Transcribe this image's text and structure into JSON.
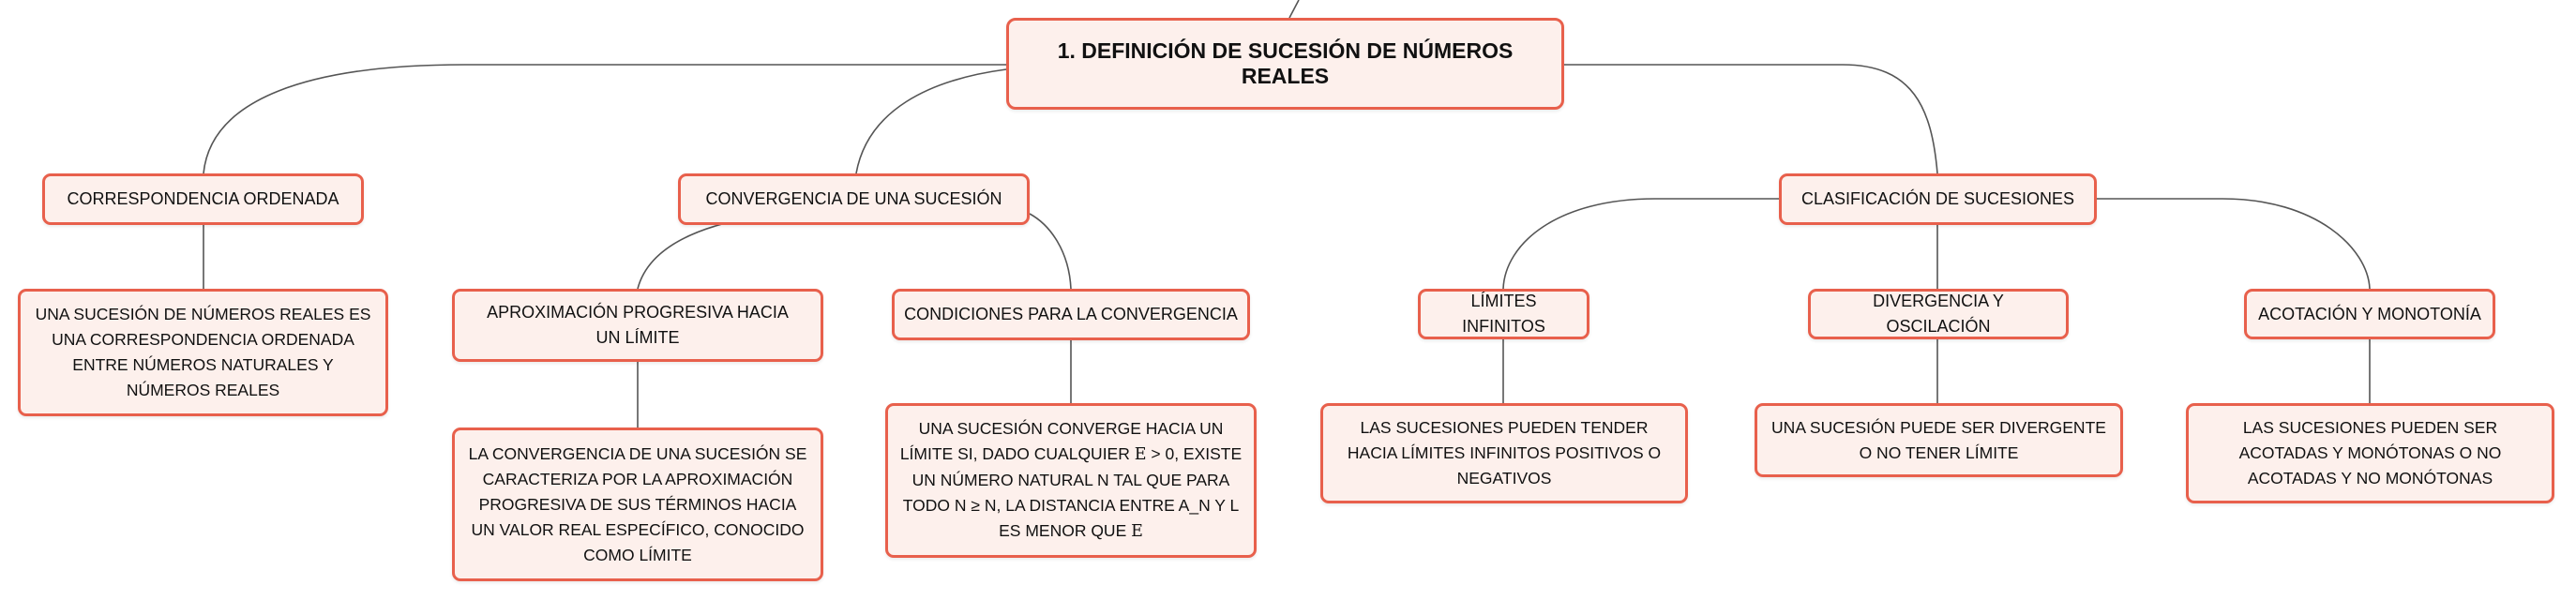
{
  "root": {
    "label": "1. DEFINICIÓN DE SUCESIÓN DE NÚMEROS REALES"
  },
  "branches": {
    "correspondencia": {
      "label": "CORRESPONDENCIA ORDENADA",
      "detail": "UNA SUCESIÓN DE NÚMEROS REALES ES UNA CORRESPONDENCIA ORDENADA ENTRE NÚMEROS NATURALES Y NÚMEROS REALES"
    },
    "convergencia": {
      "label": "CONVERGENCIA DE UNA SUCESIÓN",
      "aproximacion": {
        "label": "APROXIMACIÓN PROGRESIVA HACIA UN LÍMITE",
        "detail": "LA CONVERGENCIA DE UNA SUCESIÓN SE CARACTERIZA POR LA APROXIMACIÓN PROGRESIVA DE SUS TÉRMINOS HACIA UN VALOR REAL ESPECÍFICO, CONOCIDO COMO LÍMITE"
      },
      "condiciones": {
        "label": "CONDICIONES PARA LA CONVERGENCIA",
        "detail_1": "UNA SUCESIÓN CONVERGE HACIA UN LÍMITE SI, DADO CUALQUIER ",
        "epsilon": "ε",
        "detail_2": " > 0, EXISTE UN NÚMERO NATURAL N TAL QUE PARA TODO N ≥ N, LA DISTANCIA ENTRE A_N Y L ES MENOR QUE ",
        "epsilon_end": "ε"
      }
    },
    "clasificacion": {
      "label": "CLASIFICACIÓN DE SUCESIONES",
      "limites": {
        "label": "LÍMITES INFINITOS",
        "detail": "LAS SUCESIONES PUEDEN TENDER HACIA LÍMITES INFINITOS POSITIVOS O NEGATIVOS"
      },
      "divergencia": {
        "label": "DIVERGENCIA Y OSCILACIÓN",
        "detail": "UNA SUCESIÓN PUEDE SER DIVERGENTE O NO TENER LÍMITE"
      },
      "acotacion": {
        "label": "ACOTACIÓN Y MONOTONÍA",
        "detail": "LAS SUCESIONES PUEDEN SER ACOTADAS Y MONÓTONAS O NO ACOTADAS Y NO MONÓTONAS"
      }
    }
  },
  "colors": {
    "node_border": "#e8604c",
    "node_fill": "#fdf0ec",
    "connector": "#555555"
  }
}
